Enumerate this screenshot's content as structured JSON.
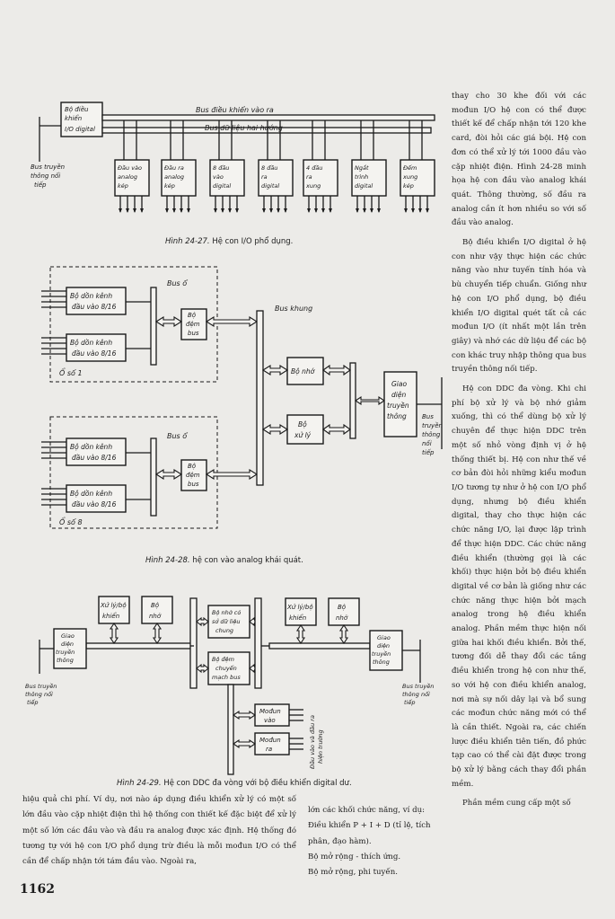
{
  "fig1": {
    "caption_num": "Hình 24-27.",
    "caption_text": "Hệ con I/O phổ dụng.",
    "controller": [
      "Bộ điều",
      "khiển",
      "I/O digital"
    ],
    "bus_control": "Bus điều khiển vào ra",
    "bus_data": "Bus dữ liệu hai hướng",
    "serial_bus": [
      "Bus truyền",
      "thông nối",
      "tiếp"
    ],
    "modules": [
      [
        "Đầu vào",
        "analog",
        "kép"
      ],
      [
        "Đầu ra",
        "analog",
        "kép"
      ],
      [
        "8 đầu",
        "vào",
        "digital"
      ],
      [
        "8 đầu",
        "ra",
        "digital"
      ],
      [
        "4 đầu",
        "ra",
        "xung"
      ],
      [
        "Ngắt",
        "trình",
        "digital"
      ],
      [
        "Đếm",
        "xung",
        "kép"
      ]
    ]
  },
  "fig2": {
    "caption_num": "Hình 24-28.",
    "caption_text": "hệ con vào analog khái quát.",
    "mux_label": [
      "Bộ dồn kênh",
      "đầu vào 8/16"
    ],
    "bus_o": "Bus ổ",
    "buffer": [
      "Bộ",
      "đệm",
      "bus"
    ],
    "slot1": "Ổ số 1",
    "slot8": "Ổ số 8",
    "frame_bus": "Bus khung",
    "memory": "Bộ nhớ",
    "cpu": [
      "Bộ",
      "xử lý"
    ],
    "comm": [
      "Giao",
      "diện",
      "truyền",
      "thông"
    ],
    "serial_bus": [
      "Bus",
      "truyền",
      "thông",
      "nối",
      "tiếp"
    ]
  },
  "fig3": {
    "caption_num": "Hình 24-29.",
    "caption_text": "Hệ con DDC đa vòng với bộ điều khiển digital dư.",
    "cpu": [
      "Xử lý/bộ",
      "khiển"
    ],
    "memory": [
      "Bộ",
      "nhớ"
    ],
    "comm": [
      "Giao",
      "diện",
      "truyền",
      "thông"
    ],
    "shared_mem": [
      "Bộ nhớ có",
      "sở dữ liệu",
      "chung"
    ],
    "bus_buffer": [
      "Bộ đệm",
      "chuyển",
      "mạch bus"
    ],
    "module_in": [
      "Mođun",
      "vào"
    ],
    "module_out": [
      "Mođun",
      "ra"
    ],
    "field_io": [
      "Đầu vào và đầu ra",
      "hiện trường"
    ],
    "serial_left": [
      "Bus truyền",
      "thông nối",
      "tiếp"
    ],
    "serial_right": [
      "Bus truyền",
      "thông nối",
      "tiếp"
    ]
  },
  "right_column": [
    "thay cho 30 khe đối với các mođun I/O hệ con có thể được thiết kế để chấp nhận tới 120 khe card, đòi hỏi các giá bội. Hệ con đơn có thể xử lý tới 1000 đầu vào cặp nhiệt điện. Hình 24-28 minh họa hệ con đầu vào analog khái quát. Thông thường, số đầu ra analog cần ít hơn nhiều so với số đầu vào analog.",
    "Bộ điều khiển I/O digital ở hệ con như vậy thực hiện các chức năng vào như tuyến tính hóa và bù chuyển tiếp chuẩn. Giống như hệ con I/O phổ dụng, bộ điều khiển I/O digital quét tất cả các mođun I/O (ít nhất một lần trên giây) và nhớ các dữ liệu để các bộ con khác truy nhập thông qua bus truyền thông nối tiếp.",
    "Hệ con DDC đa vòng. Khi chi phí bộ xử lý và bộ nhớ giảm xuống, thì có thể dùng bộ xử lý chuyên để thực hiện DDC trên một số nhỏ vòng định vị ở hệ thống thiết bị. Hệ con như thế về cơ bản đòi hỏi những kiểu mođun I/O tương tự như ở hệ con I/O phổ dụng, nhưng bộ điều khiển digital, thay cho thực hiện các chức năng I/O, lại được lập trình để thực hiện DDC. Các chức năng điều khiển (thường gọi là các khối) thực hiện bởi bộ điều khiển digital về cơ bản là giống như các chức năng thực hiện bởi mạch analog trong hệ điều khiển analog. Phần mềm thực hiện nối giữa hai khối điều khiển. Bởi thế, tương đối dễ thay đổi các tầng điều khiển trong hệ con như thế, so với hệ con điều khiển analog, nơi mà sự nối dây lại và bổ sung các mođun chức năng mới có thể là cần thiết. Ngoài ra, các chiến lược điều khiển tiên tiến, đồ phức tạp cao có thể cài đặt được trong bộ xử lý bằng cách thay đổi phần mềm.",
    "Phần mềm cung cấp một số"
  ],
  "bottom_left": "hiệu quả chi phí. Ví dụ, nơi nào áp dụng điều khiển xử lý có một số lớn đầu vào cặp nhiệt điện thì hệ thống con thiết kế đặc biệt để xử lý một số lớn các đầu vào và đầu ra analog được xác định. Hệ thống đó tương tự với hệ con I/O phổ dụng trừ điều là mỗi mođun I/O có thể cần để chấp nhận tới tám đầu vào. Ngoài ra,",
  "bottom_mid": [
    "lớn các khối chức năng, ví dụ:",
    "Điều khiển P + I + D (tỉ lệ, tích phân, đạo hàm).",
    "Bộ mở rộng - thích ứng.",
    "Bộ mở rộng, phi tuyến."
  ],
  "page_number": "1162"
}
